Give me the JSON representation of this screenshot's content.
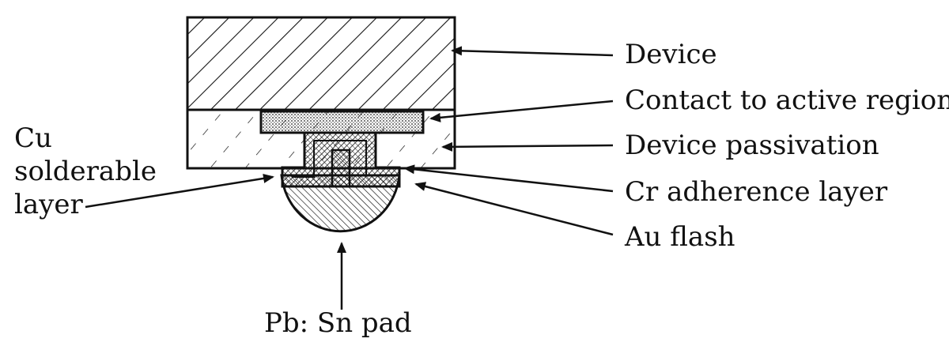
{
  "labels": {
    "device": "Device",
    "contact": "Contact to active region",
    "passivation": "Device passivation",
    "cr_layer": "Cr adherence layer",
    "au_flash": "Au flash",
    "cu_line1": "Cu",
    "cu_line2": "solderable",
    "cu_line3": "layer",
    "pad": "Pb: Sn pad"
  }
}
